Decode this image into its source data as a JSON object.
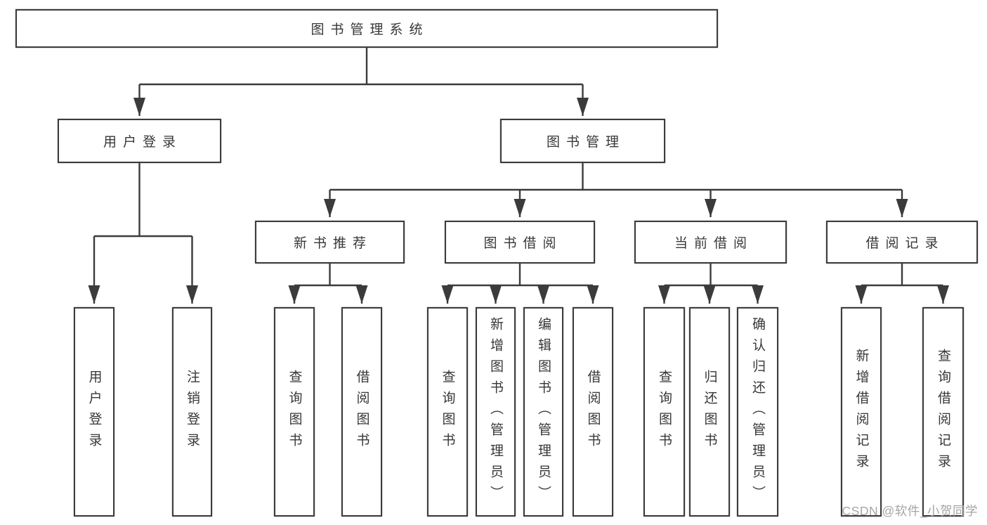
{
  "diagram": {
    "title": "图书管理系统",
    "branches": [
      {
        "label": "用户登录",
        "children": [
          "用户登录",
          "注销登录"
        ]
      },
      {
        "label": "图书管理",
        "sections": [
          {
            "label": "新书推荐",
            "children": [
              "查询图书",
              "借阅图书"
            ]
          },
          {
            "label": "图书借阅",
            "children": [
              "查询图书",
              "新增图书（管理员）",
              "编辑图书（管理员）",
              "借阅图书"
            ]
          },
          {
            "label": "当前借阅",
            "children": [
              "查询图书",
              "归还图书",
              "确认归还（管理员）"
            ]
          },
          {
            "label": "借阅记录",
            "children": [
              "新增借阅记录",
              "查询借阅记录"
            ]
          }
        ]
      }
    ]
  },
  "watermark": {
    "text": "CSDN @软件_小贺同学"
  },
  "colors": {
    "line": "#3b3b3b",
    "text": "#373737",
    "watermark": "#9e9e9e",
    "background": "#ffffff"
  }
}
